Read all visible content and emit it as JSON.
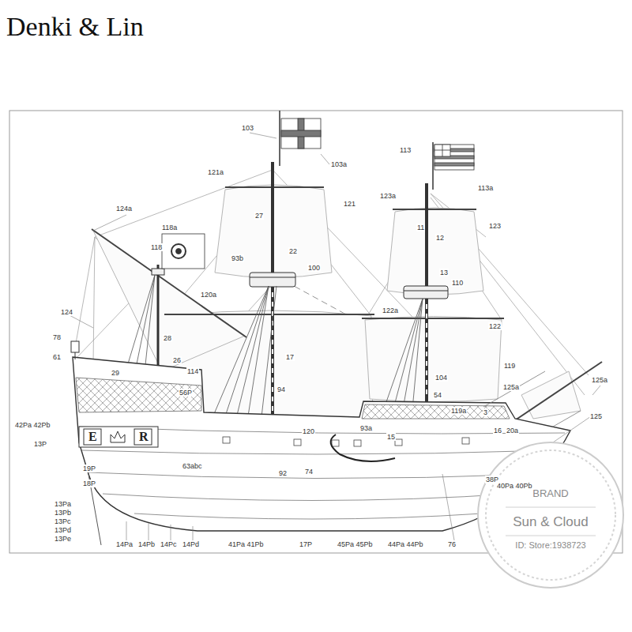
{
  "diagram": {
    "title": "Denki & Lin",
    "labels": [
      "103",
      "103a",
      "113",
      "113a",
      "121a",
      "121",
      "123a",
      "123",
      "124a",
      "118a",
      "118",
      "27",
      "22",
      "93b",
      "100",
      "11",
      "12",
      "13",
      "110",
      "120a",
      "124",
      "122a",
      "122",
      "78",
      "61",
      "28",
      "26",
      "29",
      "114",
      "17",
      "119",
      "125a",
      "125a",
      "104",
      "54",
      "56P",
      "94",
      "42Pa 42Pb",
      "13P",
      "120",
      "93a",
      "15",
      "119a",
      "125",
      "3",
      "16",
      "20a",
      "63abc",
      "92",
      "74",
      "19P",
      "18P",
      "13Pa",
      "13Pb",
      "13Pc",
      "13Pd",
      "13Pe",
      "14Pa",
      "14Pb",
      "14Pc",
      "14Pd",
      "41Pa 41Pb",
      "17P",
      "45Pa 45Pb",
      "44Pa 44Pb",
      "76",
      "38P",
      "40Pa 40Pb",
      "E",
      "R",
      "BRAND",
      "Sun & Cloud",
      "ID: Store:1938723"
    ]
  }
}
